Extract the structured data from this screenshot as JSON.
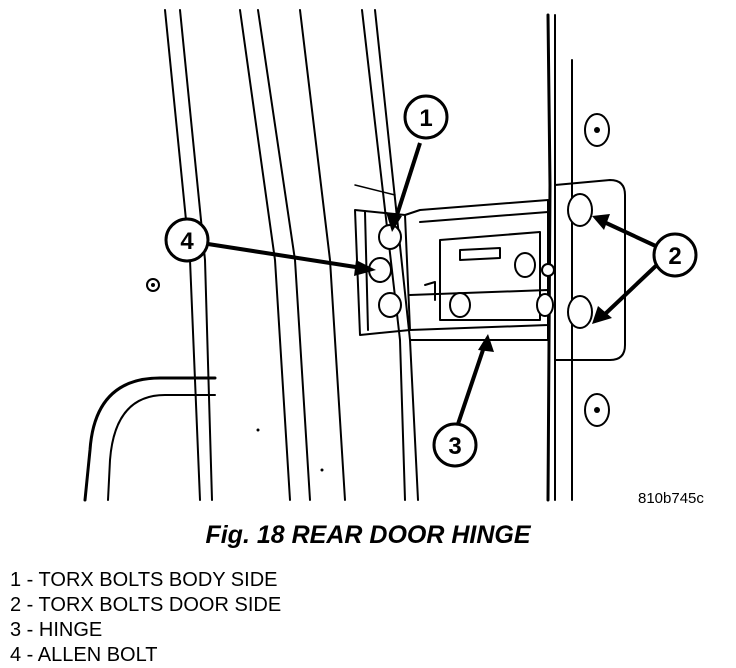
{
  "figure": {
    "caption": "Fig. 18 REAR DOOR HINGE",
    "image_code": "810b745c",
    "callouts": [
      {
        "number": "1"
      },
      {
        "number": "2"
      },
      {
        "number": "3"
      },
      {
        "number": "4"
      }
    ]
  },
  "legend": [
    {
      "text": "1 - TORX BOLTS BODY SIDE"
    },
    {
      "text": "2 - TORX BOLTS DOOR SIDE"
    },
    {
      "text": "3 - HINGE"
    },
    {
      "text": "4 - ALLEN BOLT"
    }
  ]
}
